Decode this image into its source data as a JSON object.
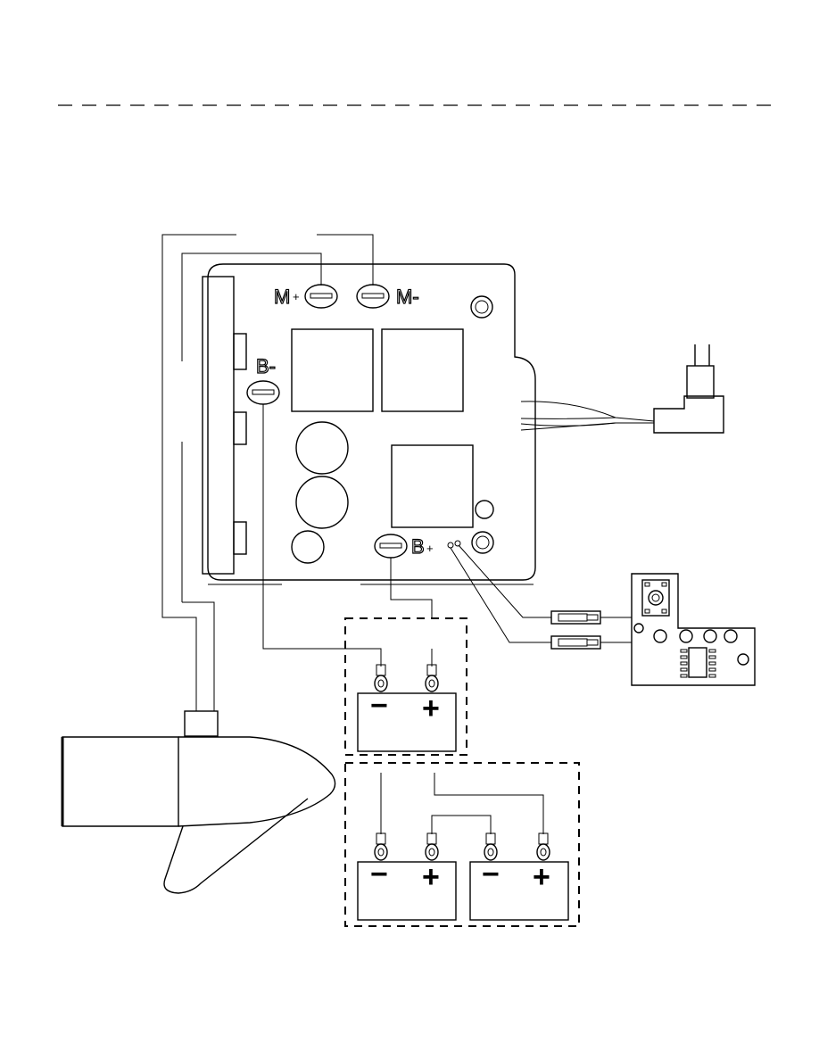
{
  "terminals": {
    "m_plus": "M",
    "m_plus_sup": "+",
    "m_minus": "M-",
    "b_minus": "B-",
    "b_plus": "B",
    "b_plus_sup": "+"
  },
  "battery_signs": {
    "negative": "−",
    "positive": "+"
  }
}
